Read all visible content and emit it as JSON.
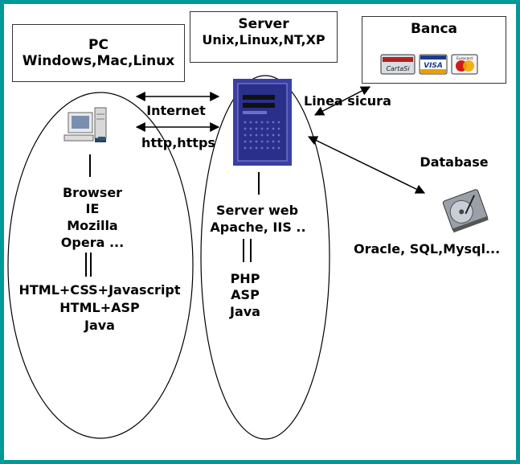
{
  "colors": {
    "border": "#009999",
    "line": "#000000"
  },
  "pc": {
    "title": "PC",
    "subtitle": "Windows,Mac,Linux"
  },
  "server": {
    "title": "Server",
    "subtitle": "Unix,Linux,NT,XP"
  },
  "bank": {
    "title": "Banca",
    "cards": [
      "CartaSi",
      "VISA",
      "Eurocard"
    ]
  },
  "connection": {
    "internet": "Internet",
    "protocols": "http,https",
    "secure": "Linea sicura"
  },
  "database": {
    "title": "Database",
    "engines": "Oracle, SQL,Mysql..."
  },
  "client": {
    "browser_title": "Browser",
    "browsers": [
      "IE",
      "Mozilla",
      "Opera ..."
    ],
    "tech": [
      "HTML+CSS+Javascript",
      "HTML+ASP",
      "Java"
    ]
  },
  "webserver": {
    "title": "Server web",
    "products": "Apache, IIS ..",
    "languages": [
      "PHP",
      "ASP",
      "Java"
    ]
  },
  "icons": {
    "pc": "desktop-computer-icon",
    "server": "server-tower-icon",
    "database": "hard-disk-icon"
  }
}
